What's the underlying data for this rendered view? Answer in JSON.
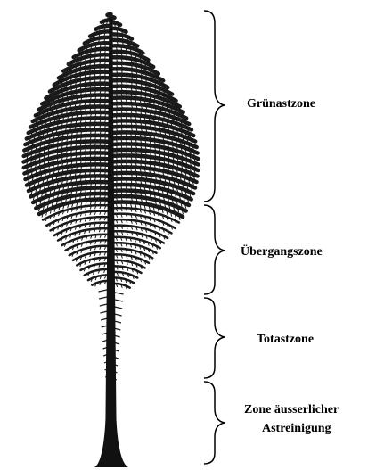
{
  "diagram": {
    "zones": [
      {
        "label_lines": [
          "Grünastzone"
        ]
      },
      {
        "label_lines": [
          "Übergangszone"
        ]
      },
      {
        "label_lines": [
          "Totastzone"
        ]
      },
      {
        "label_lines": [
          "Zone äusserlicher",
          "Astreinigung"
        ]
      }
    ],
    "colors": {
      "foliage": "#1a1a1a",
      "stem": "#111111",
      "brace": "#000000",
      "text": "#000000",
      "background": "#ffffff"
    }
  }
}
